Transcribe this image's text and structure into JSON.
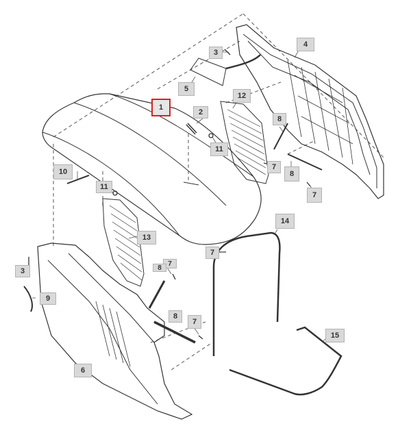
{
  "selected_part": "1",
  "colors": {
    "selected_border": "#d62222",
    "callout_fill": "#d9d9d9",
    "line": "#333333"
  },
  "callouts": {
    "c1": "1",
    "c2": "2",
    "c3a": "3",
    "c3b": "3",
    "c4": "4",
    "c5": "5",
    "c6": "6",
    "c7a": "7",
    "c7b": "7",
    "c7c": "7",
    "c7d": "7",
    "c7e": "7",
    "c8a": "8",
    "c8b": "8",
    "c8c": "8",
    "c8d": "8",
    "c9": "9",
    "c10": "10",
    "c11a": "11",
    "c11b": "11",
    "c12": "12",
    "c13": "13",
    "c14": "14",
    "c15": "15"
  }
}
